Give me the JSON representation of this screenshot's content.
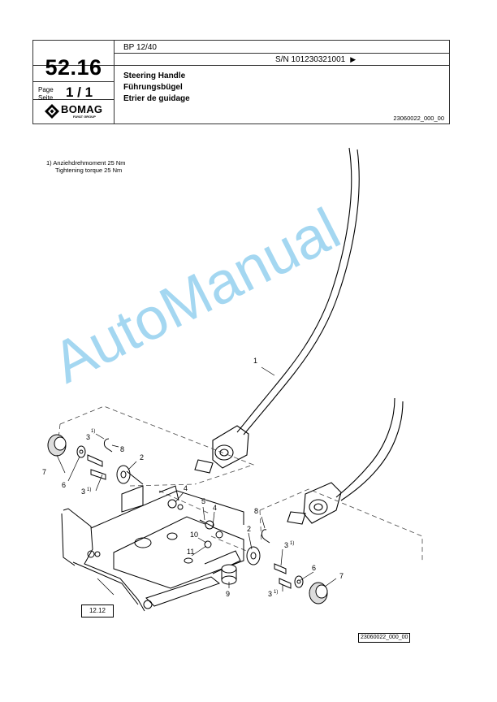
{
  "header": {
    "group_number": "52.16",
    "page_label_line1": "Page",
    "page_label_line2": "Seite",
    "page_value": "1 / 1",
    "logo_name": "BOMAG",
    "logo_sub": "FAYAT GROUP",
    "model": "BP 12/40",
    "serial": "S/N 101230321001",
    "serial_arrow": "▶",
    "title_en": "Steering Handle",
    "title_de": "Führungsbügel",
    "title_fr": "Etrier de guidage",
    "doc_ref": "23060022_000_00"
  },
  "note": {
    "line1": "1)  Anziehdrehmoment 25 Nm",
    "line2": "Tightening torque 25 Nm"
  },
  "callouts": [
    "1",
    "2",
    "2",
    "3",
    "3",
    "3",
    "3",
    "4",
    "4",
    "5",
    "6",
    "6",
    "7",
    "7",
    "8",
    "8",
    "9",
    "10",
    "11"
  ],
  "callout_sup": "1)",
  "ref_box": "12.12",
  "drawing_ref": "23060022_000_00",
  "watermark": "AutoManual"
}
